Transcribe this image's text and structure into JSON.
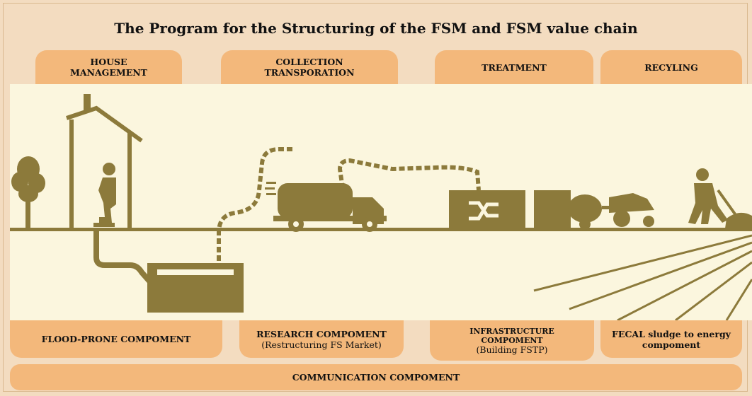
{
  "title": "The Program for the Structuring of the FSM and FSM value chain",
  "stages": [
    {
      "label": "HOUSE\nMANAGEMENT"
    },
    {
      "label": "COLLECTION\nTRANSPORATION"
    },
    {
      "label": "TREATMENT"
    },
    {
      "label": "RECYLING"
    }
  ],
  "components": [
    {
      "label": "FLOOD-PRONE COMPOMENT",
      "sub": ""
    },
    {
      "label": "RESEARCH COMPOMENT",
      "sub": "(Restructuring FS Market)"
    },
    {
      "label": "INFRASTRUCTURE\nCOMPOMENT",
      "sub": "(Building FSTP)"
    },
    {
      "label": "FECAL sludge to energy\ncompoment",
      "sub": ""
    }
  ],
  "communication": "COMMUNICATION COMPOMENT",
  "colors": {
    "background": "#f3dcc0",
    "pill": "#f3b87b",
    "scene_background": "#fbf6de",
    "illustration": "#8c7a3b"
  },
  "icons": [
    "tree-icon",
    "latrine-icon",
    "septic-tank-icon",
    "vacuum-truck-icon",
    "treatment-plant-icon",
    "tractor-icon",
    "farmer-icon"
  ]
}
